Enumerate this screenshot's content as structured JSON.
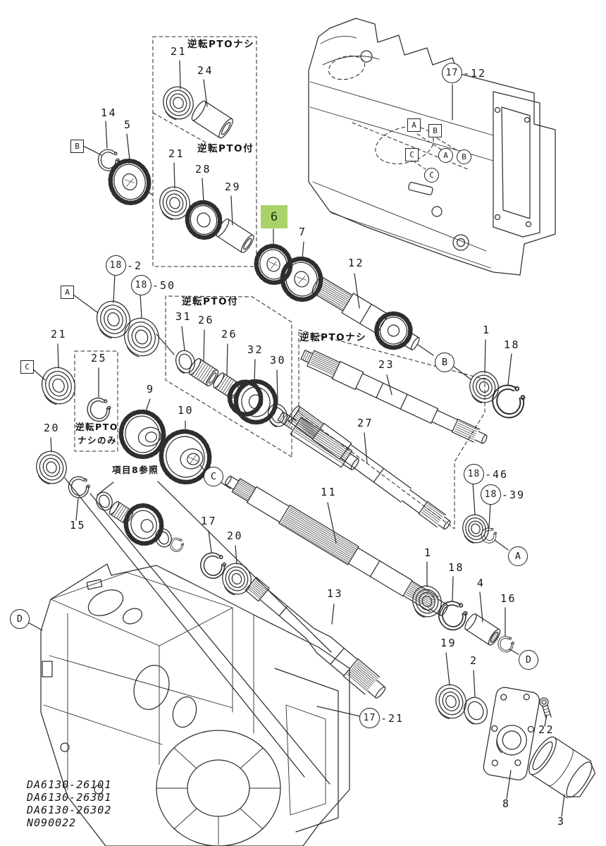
{
  "title": "transmission-exploded-parts-diagram",
  "highlight": {
    "part": "6",
    "color": "#a9d36a"
  },
  "parts": {
    "p1": "1",
    "p2": "2",
    "p3": "3",
    "p4": "4",
    "p5": "5",
    "p6": "6",
    "p7": "7",
    "p8": "8",
    "p9": "9",
    "p10": "10",
    "p11": "11",
    "p12": "12",
    "p13": "13",
    "p14": "14",
    "p15": "15",
    "p16": "16",
    "p17": "17",
    "p18": "18",
    "p19": "19",
    "p20": "20",
    "p21": "21",
    "p22": "22",
    "p23": "23",
    "p24": "24",
    "p25": "25",
    "p26": "26",
    "p27": "27",
    "p28": "28",
    "p29": "29",
    "p30": "30",
    "p31": "31",
    "p32": "32"
  },
  "callouts": {
    "c17_12": {
      "num": "17",
      "suffix": "-12"
    },
    "c18_2": {
      "num": "18",
      "suffix": "-2"
    },
    "c18_50": {
      "num": "18",
      "suffix": "-50"
    },
    "c18_46": {
      "num": "18",
      "suffix": "-46"
    },
    "c18_39": {
      "num": "18",
      "suffix": "-39"
    },
    "c17_21": {
      "num": "17",
      "suffix": "-21"
    }
  },
  "letters": {
    "a": "A",
    "b": "B",
    "c": "C",
    "d": "D"
  },
  "groups": {
    "top_box_no_pto": "逆転PTOナシ",
    "top_box_with_pto": "逆転PTO付",
    "mid_box_with_pto": "逆転PTO付",
    "shaft_box_no_pto": "逆転PTOナシ",
    "ring_box_line1": "逆転PTO",
    "ring_box_line2": "ナシのみ",
    "ref_note": "項目8参照"
  },
  "doc_codes": [
    "DA6130-26101",
    "DA6130-26301",
    "DA6130-26302",
    "N090022"
  ]
}
